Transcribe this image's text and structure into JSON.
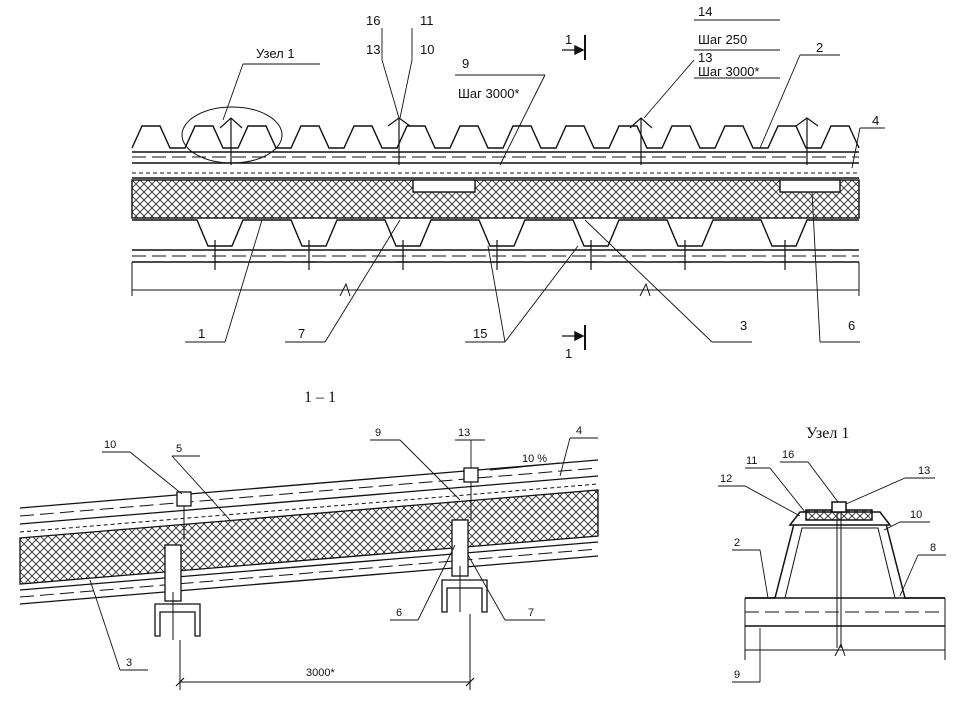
{
  "top_view": {
    "callouts": {
      "node1": "Узел 1",
      "c16": "16",
      "c13a": "13",
      "c11": "11",
      "c10": "10",
      "c9": "9",
      "c9_step": "Шаг 3000*",
      "c14": "14",
      "c14_step": "Шаг 250",
      "c13b": "13",
      "c13b_step": "Шаг 3000*",
      "c2": "2",
      "c4": "4",
      "c1": "1",
      "c7": "7",
      "c15": "15",
      "c3": "3",
      "c6": "6"
    },
    "section_mark": "1"
  },
  "section_view": {
    "title": "1 – 1",
    "callouts": {
      "c10": "10",
      "c5": "5",
      "c9": "9",
      "c13": "13",
      "c4": "4",
      "c6": "6",
      "c7": "7",
      "c3": "3"
    },
    "slope": "10 %",
    "dimension": "3000*"
  },
  "node_view": {
    "title": "Узел 1",
    "callouts": {
      "c11": "11",
      "c16": "16",
      "c13": "13",
      "c12": "12",
      "c10": "10",
      "c2": "2",
      "c8": "8",
      "c9": "9"
    }
  }
}
